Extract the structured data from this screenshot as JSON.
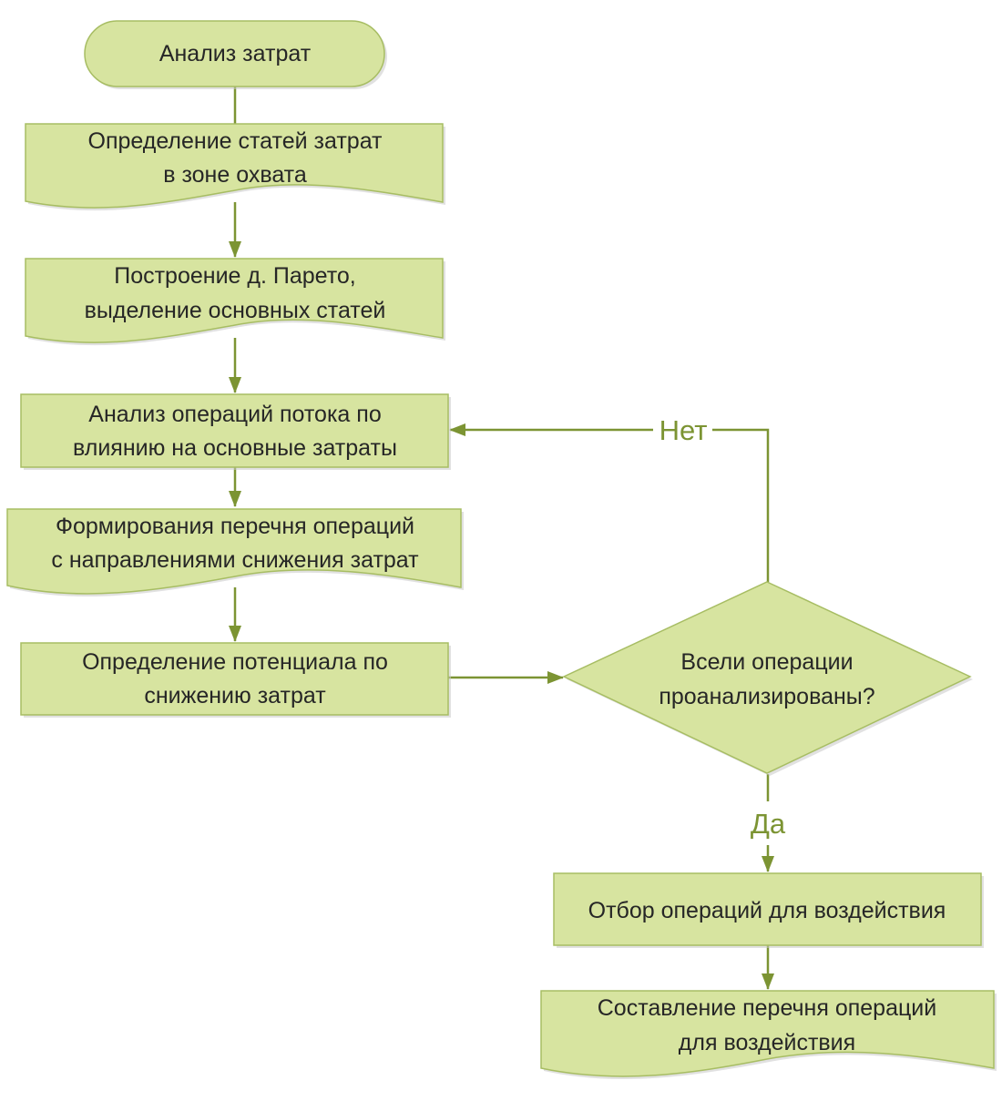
{
  "colors": {
    "fill": "#d7e4a0",
    "stroke": "#a7bd63",
    "line": "#7c9433",
    "shadow": "#c8c8c8",
    "label": "#7c9433"
  },
  "nodes": {
    "start": {
      "line1": "Анализ затрат"
    },
    "n1": {
      "line1": "Определение статей затрат",
      "line2": "в зоне охвата"
    },
    "n2": {
      "line1": "Построение д. Парето,",
      "line2": "выделение основных статей"
    },
    "n3": {
      "line1": "Анализ операций потока по",
      "line2": "влиянию на основные затраты"
    },
    "n4": {
      "line1": "Формирования перечня операций",
      "line2": "с направлениями снижения затрат"
    },
    "n5": {
      "line1": "Определение потенциала по",
      "line2": "снижению затрат"
    },
    "decision": {
      "line1": "Всели операции",
      "line2": "проанализированы?"
    },
    "n6": {
      "line1": "Отбор операций для воздействия"
    },
    "n7": {
      "line1": "Составление перечня операций",
      "line2": "для воздействия"
    }
  },
  "edges": {
    "no_label": "Нет",
    "yes_label": "Да"
  }
}
